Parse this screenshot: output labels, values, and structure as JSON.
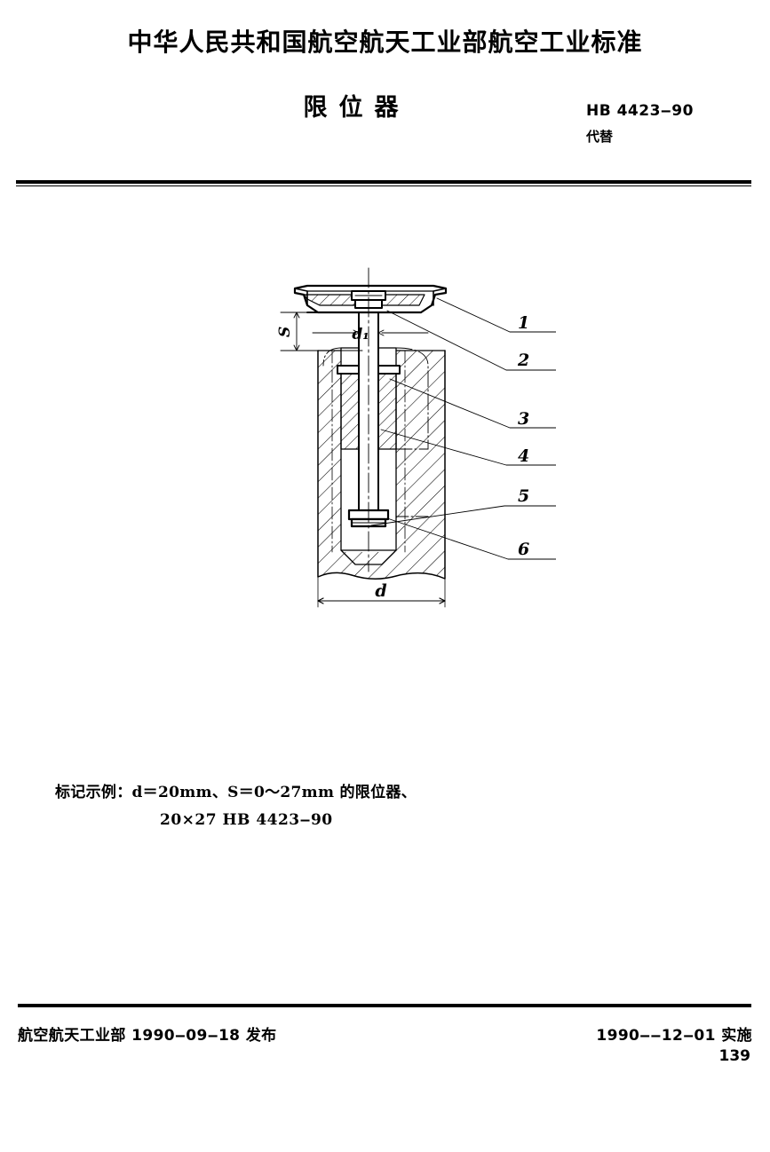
{
  "header": {
    "ministry_line": "中华人民共和国航空航天工业部航空工业标准",
    "title": "限位器",
    "standard_number": "HB 4423‒90",
    "replaces_label": "代替"
  },
  "figure": {
    "dimension_s": "S",
    "dimension_d1": "d₁",
    "dimension_d": "d",
    "callouts": [
      {
        "number": "1"
      },
      {
        "number": "2"
      },
      {
        "number": "3"
      },
      {
        "number": "4"
      },
      {
        "number": "5"
      },
      {
        "number": "6"
      }
    ]
  },
  "marking_example": {
    "line1": "标记示例：d＝20mm、S＝0～27mm 的限位器、",
    "line2": "20×27   HB 4423‒90"
  },
  "footer": {
    "issuer": "航空航天工业部 1990‒09‒18 发布",
    "effective": "1990‒‒12‒01 实施",
    "page_number": "139"
  },
  "colors": {
    "ink": "#000000",
    "paper": "#ffffff"
  }
}
